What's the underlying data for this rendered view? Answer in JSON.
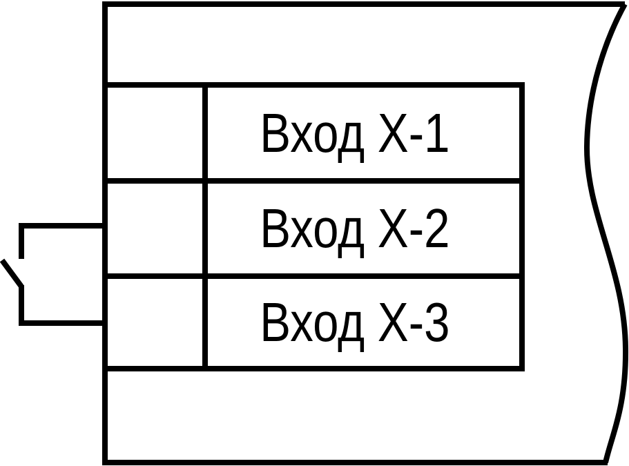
{
  "diagram": {
    "kind": "device-input-wiring-diagram",
    "rows": [
      {
        "label": "Вход Х-1"
      },
      {
        "label": "Вход Х-2"
      },
      {
        "label": "Вход Х-3"
      }
    ],
    "icons": {
      "switch": "open-switch-contact-icon",
      "break_edge": "torn-edge-wave"
    },
    "colors": {
      "line": "#000000",
      "background": "#ffffff"
    }
  }
}
